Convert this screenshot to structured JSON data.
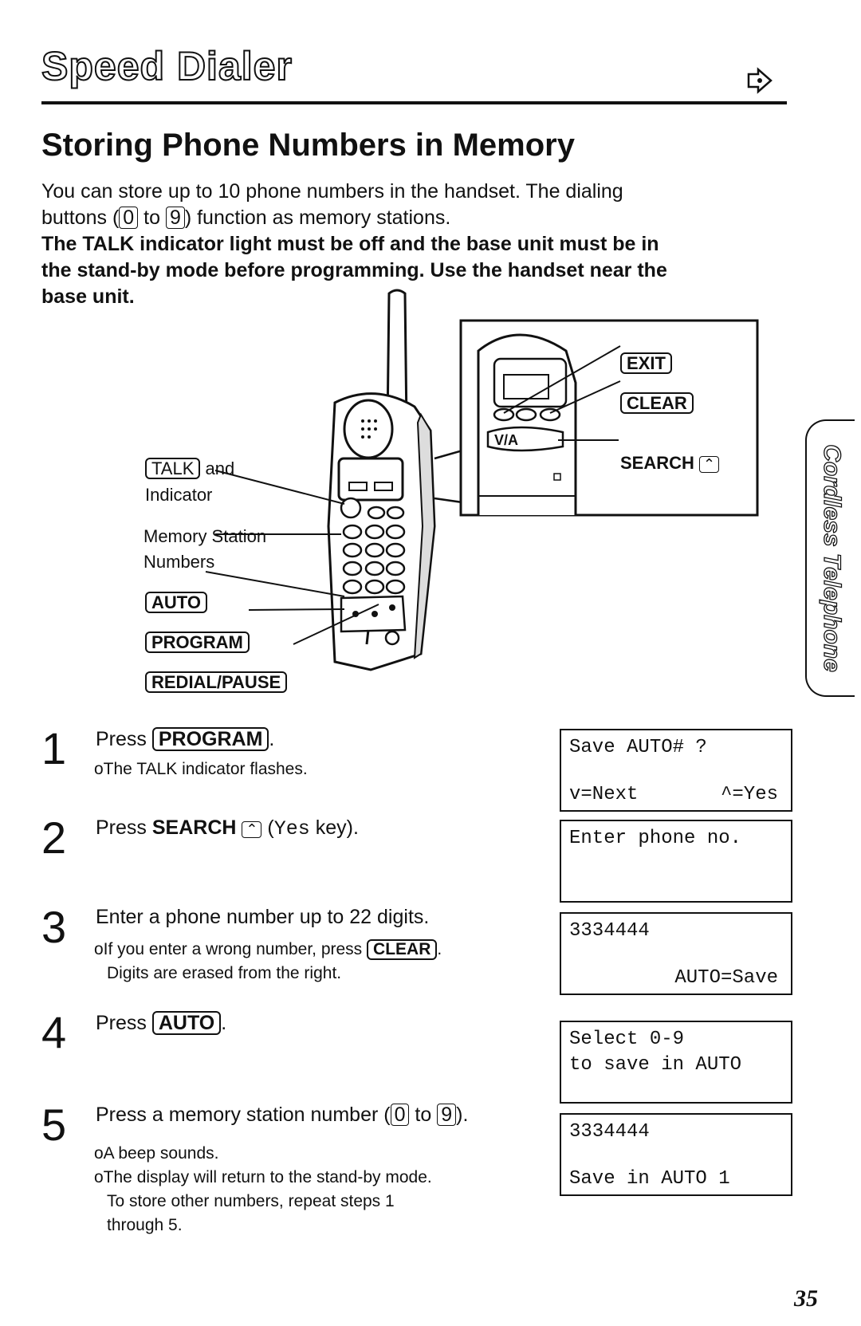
{
  "header": {
    "title": "Speed Dialer",
    "continue_icon": "arrow-right-icon"
  },
  "section": {
    "heading": "Storing Phone Numbers in Memory",
    "intro_1": "You can store up to 10 phone numbers in the handset. The dialing",
    "intro_2a": "buttons (",
    "key_0": "0",
    "intro_2b": " to ",
    "key_9": "9",
    "intro_2c": ") function as memory stations.",
    "bold_1": "The TALK indicator light must be off and the base unit must be in",
    "bold_2": "the stand-by mode before programming. Use the handset near the",
    "bold_3": "base unit."
  },
  "figure": {
    "talk_key": "TALK",
    "talk_and": "and",
    "indicator": "Indicator",
    "memory_station": "Memory Station",
    "numbers": "Numbers",
    "auto_key": "AUTO",
    "program_key": "PROGRAM",
    "redial_key": "REDIAL/PAUSE",
    "exit_key": "EXIT",
    "clear_key": "CLEAR",
    "search_label": "SEARCH",
    "search_icon": "up-caret-icon"
  },
  "side_tab": {
    "label": "Cordless Telephone"
  },
  "steps": [
    {
      "num": "1",
      "pre": "Press ",
      "key": "PROGRAM",
      "post": ".",
      "notes": [
        "oThe TALK indicator flashes."
      ]
    },
    {
      "num": "2",
      "pre": "Press ",
      "bold": "SEARCH",
      "post": " key).",
      "mono": "Yes",
      "paren": " ("
    },
    {
      "num": "3",
      "text": "Enter a phone number up to 22 digits.",
      "note_pre": "oIf you enter a wrong number, press ",
      "note_key": "CLEAR",
      "note_post": ".",
      "note_2": "Digits are erased from the right."
    },
    {
      "num": "4",
      "pre": "Press ",
      "key": "AUTO",
      "post": "."
    },
    {
      "num": "5",
      "pre": "Press a memory station number (",
      "key0": "0",
      "mid": " to ",
      "key9": "9",
      "post": ").",
      "note_1": "oA beep sounds.",
      "note_2": "oThe display will return to the stand-by mode.",
      "note_3": "To store other numbers, repeat steps 1",
      "note_4": "through 5."
    }
  ],
  "displays": [
    {
      "line1": "Save AUTO# ?",
      "bottom_left": "v=Next",
      "bottom_right": "^=Yes"
    },
    {
      "line1": "Enter phone no."
    },
    {
      "line1": "3334444",
      "bottom_right": "AUTO=Save"
    },
    {
      "line1": "Select 0-9",
      "line2": "to save in AUTO"
    },
    {
      "line1": "3334444",
      "bottom_left": "Save in AUTO 1"
    }
  ],
  "page_number": "35"
}
